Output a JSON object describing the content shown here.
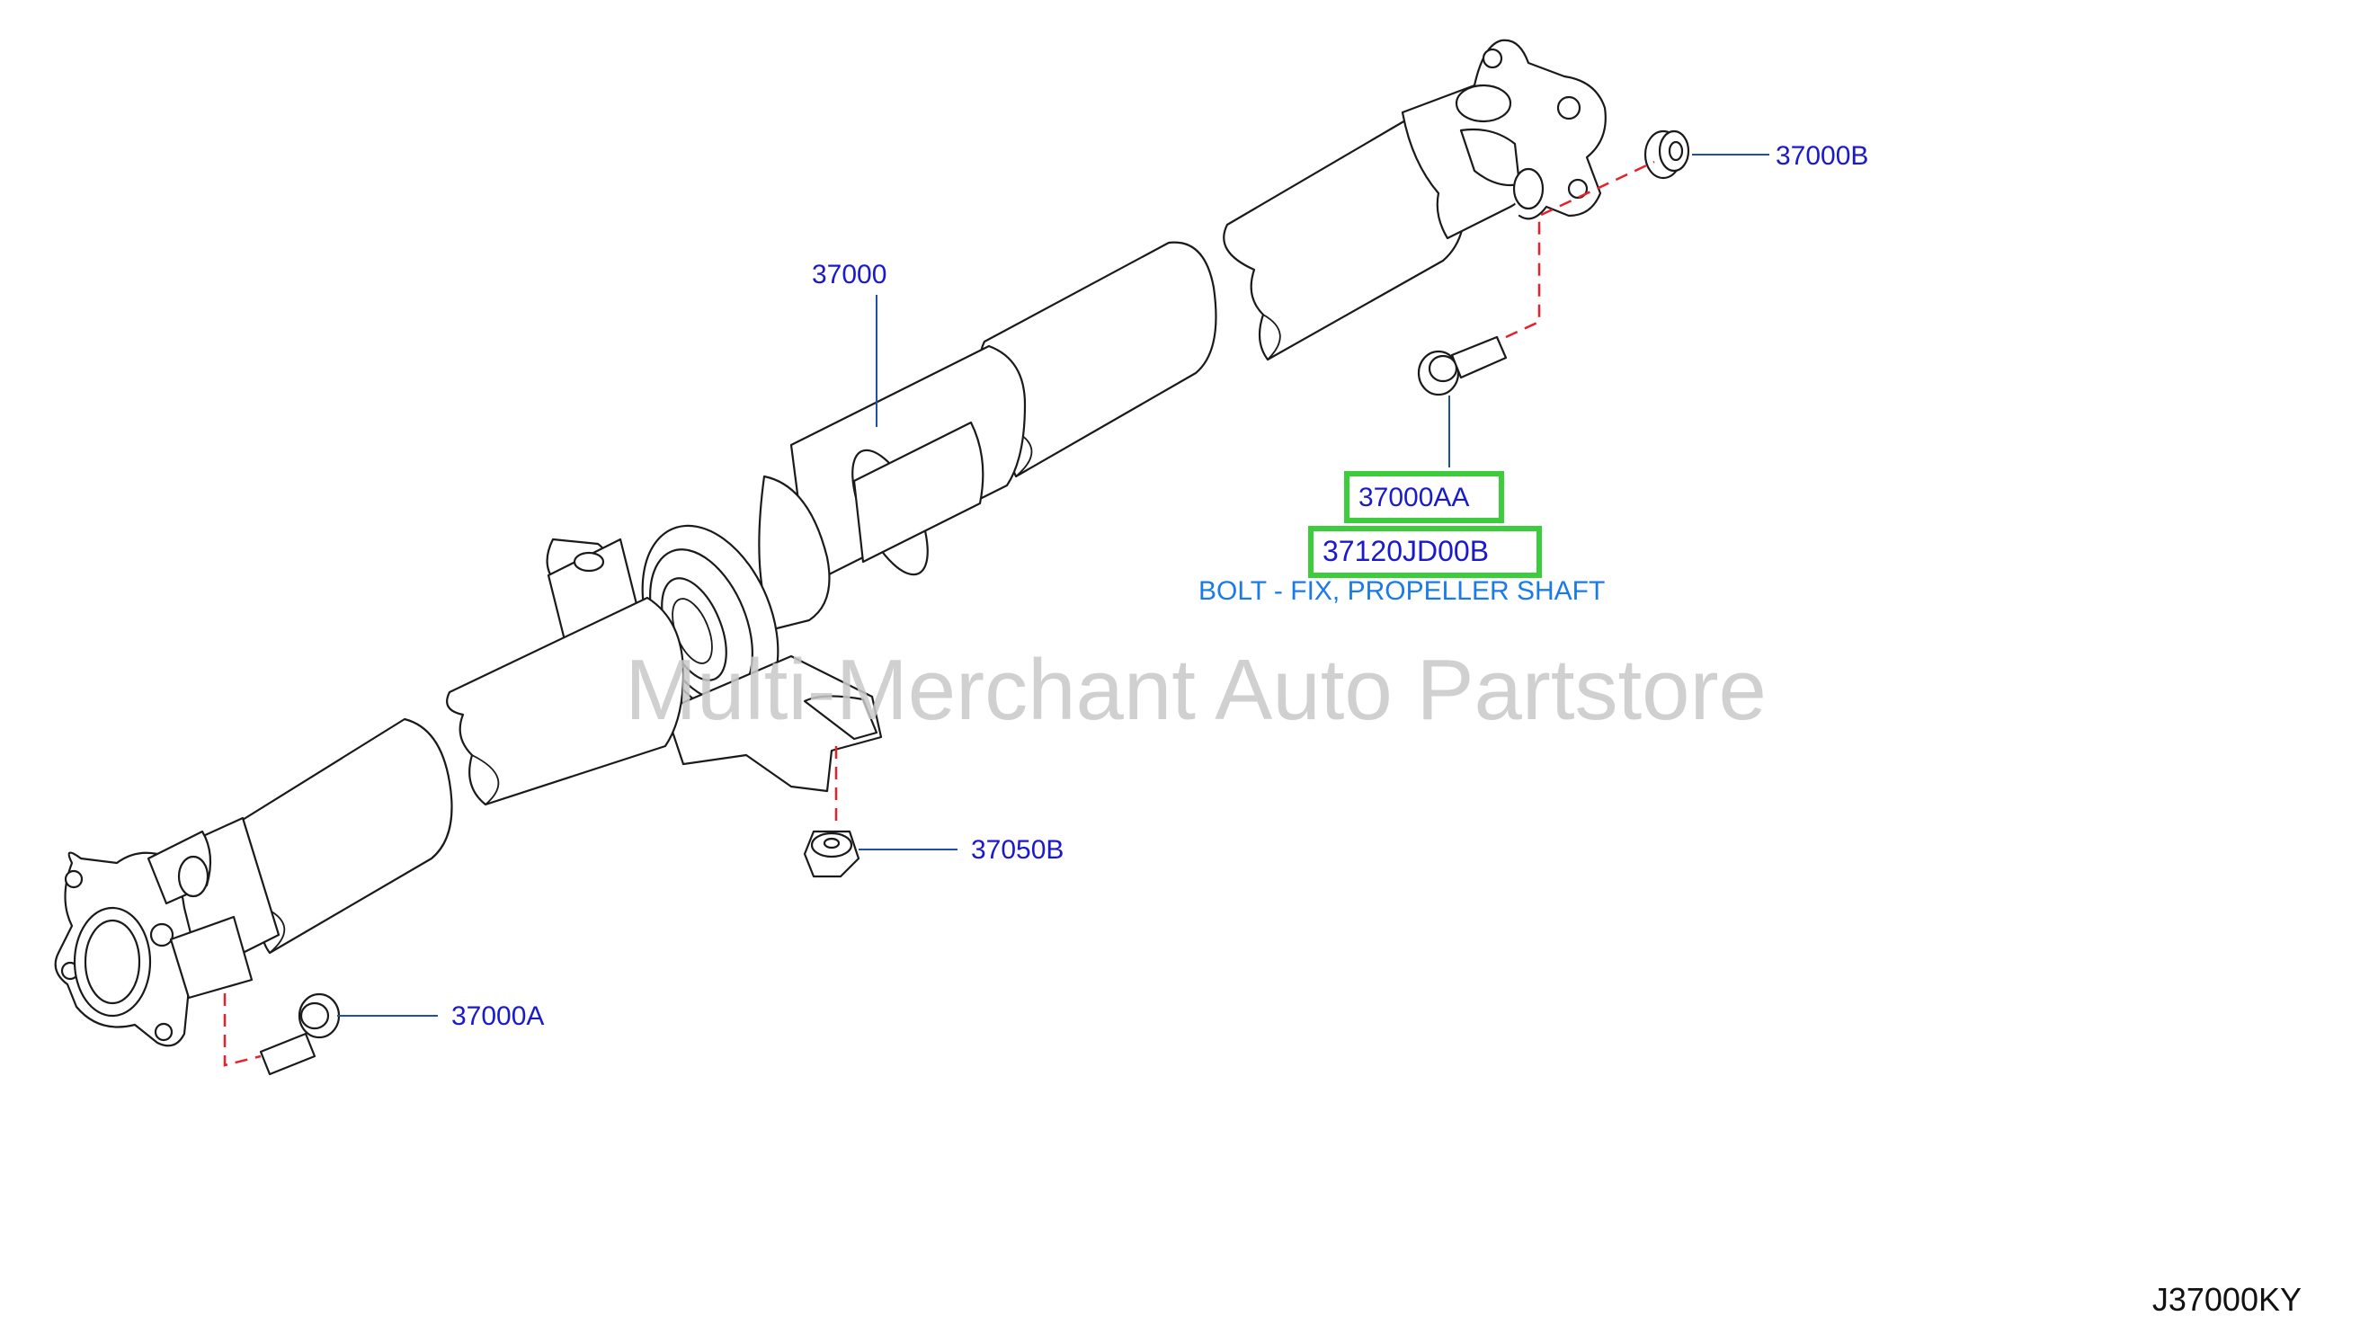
{
  "colors": {
    "label": "#1a1acc",
    "description": "#1a7ae8",
    "highlight": "#3ccc3c",
    "dashed_line": "#e8202a",
    "leader": "#1e50a8",
    "watermark": "#c8c8c8",
    "catalog": "#111111"
  },
  "labels": {
    "p37000": "37000",
    "p37000B": "37000B",
    "p37000AA": "37000AA",
    "p37120JD00B": "37120JD00B",
    "bolt_desc": "BOLT - FIX, PROPELLER SHAFT",
    "p37050B": "37050B",
    "p37000A": "37000A"
  },
  "watermark": "Multi-Merchant Auto Partstore",
  "catalog_code": "J37000KY"
}
